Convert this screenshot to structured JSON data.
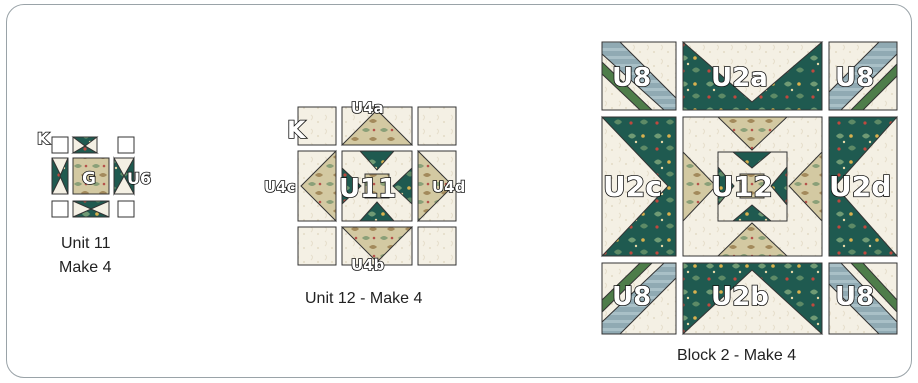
{
  "diagram": {
    "unit11": {
      "labels": {
        "k": "K",
        "g": "G",
        "u6": "U6"
      },
      "caption_line1": "Unit 11",
      "caption_line2": "Make 4"
    },
    "unit12": {
      "labels": {
        "k": "K",
        "u4a": "U4a",
        "u4b": "U4b",
        "u4c": "U4c",
        "u4d": "U4d",
        "u11": "U11"
      },
      "caption": "Unit 12 - Make 4"
    },
    "block2": {
      "labels": {
        "u8_tl": "U8",
        "u8_tr": "U8",
        "u8_bl": "U8",
        "u8_br": "U8",
        "u2a": "U2a",
        "u2b": "U2b",
        "u2c": "U2c",
        "u2d": "U2d",
        "u12": "U12"
      },
      "caption": "Block 2 - Make 4"
    }
  },
  "colors": {
    "teal_print": "#1f5a50",
    "cream": "#f3efe3",
    "tan_print": "#c9bf95",
    "blue_grey": "#8fa9b3",
    "green_stripe": "#4e7d4a",
    "border": "#9aa3a8"
  }
}
